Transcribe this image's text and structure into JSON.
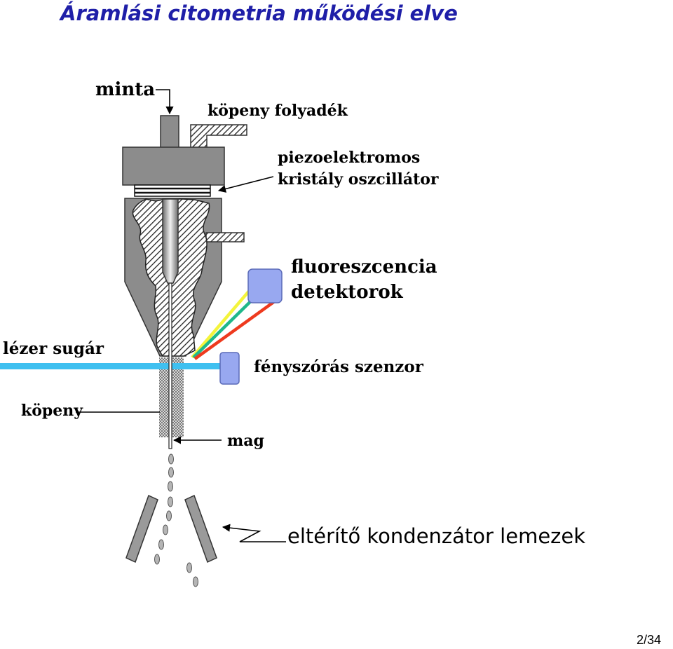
{
  "title": "Áramlási citometria működési elve",
  "labels": {
    "minta": "minta",
    "sheath_fluid": "köpeny folyadék",
    "piezo_line1": "piezoelektromos",
    "piezo_line2": "kristály oszcillátor",
    "fluor_line1": "fluoreszcencia",
    "fluor_line2": "detektorok",
    "laser": "lézer sugár",
    "scatter_sensor": "fényszórás szenzor",
    "sheath": "köpeny",
    "core": "mag",
    "deflection_plates": "eltérítő kondenzátor lemezek"
  },
  "page_number": "2/34",
  "colors": {
    "title": "#1f1fa8",
    "laser": "#3fc0f0",
    "detector": "#98a8f0",
    "beam_yellow": "#f4f43c",
    "beam_green": "#1fb88a",
    "beam_red": "#ee3a1e",
    "housing": "#8c8c8c"
  }
}
